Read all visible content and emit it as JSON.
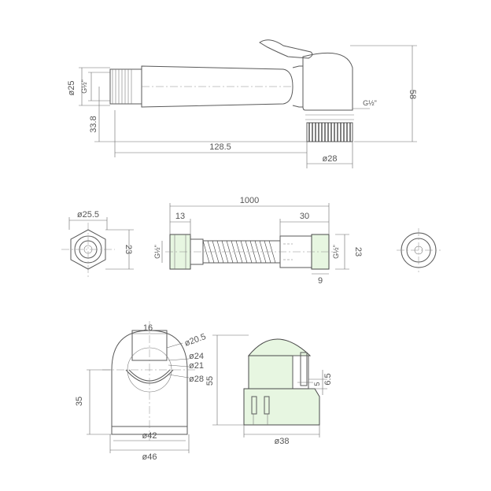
{
  "drawing": {
    "top_view": {
      "dim_d25": "ø25",
      "dim_thread_left": "G½\"",
      "dim_33_8": "33.8",
      "dim_128_5": "128.5",
      "dim_58": "58",
      "dim_thread_right": "G½\"",
      "dim_d28": "ø28"
    },
    "hose_view": {
      "dim_d25_5": "ø25.5",
      "dim_23_left": "23",
      "dim_1000": "1000",
      "dim_13": "13",
      "dim_30": "30",
      "dim_thread_left": "G½\"",
      "dim_thread_right": "G½\"",
      "dim_23_right": "23",
      "dim_9": "9"
    },
    "holder_front": {
      "dim_16": "16",
      "dim_d20_5": "ø20.5",
      "dim_d24": "ø24",
      "dim_d21": "ø21",
      "dim_d28": "ø28",
      "dim_35": "35",
      "dim_d42": "ø42",
      "dim_d46": "ø46"
    },
    "holder_side": {
      "dim_55": "55",
      "dim_6_5": "6.5",
      "dim_5": "5",
      "dim_d38": "ø38"
    }
  }
}
